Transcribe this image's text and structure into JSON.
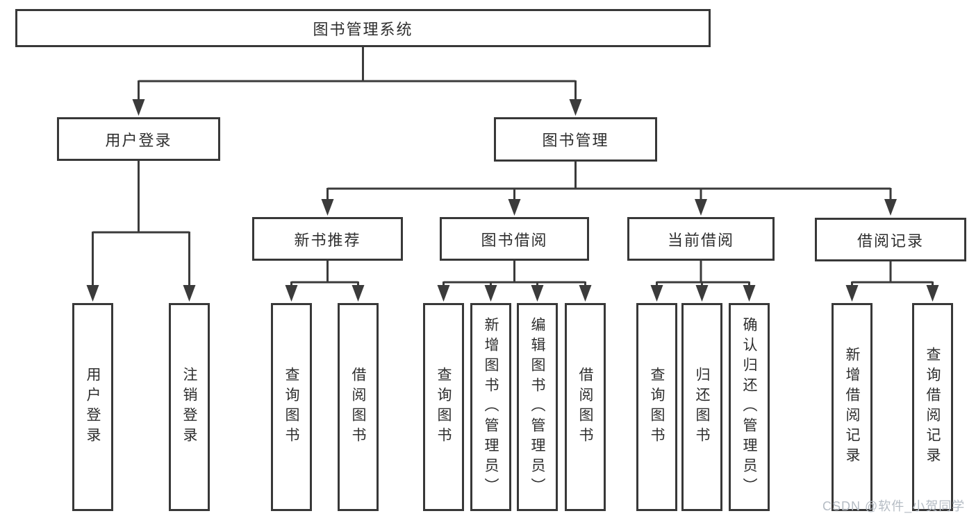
{
  "diagram": {
    "root": {
      "label": "图书管理系统"
    },
    "level1": [
      {
        "label": "用户登录"
      },
      {
        "label": "图书管理"
      }
    ],
    "level2": [
      {
        "label": "新书推荐"
      },
      {
        "label": "图书借阅"
      },
      {
        "label": "当前借阅"
      },
      {
        "label": "借阅记录"
      }
    ],
    "leaves": [
      {
        "label": "用户登录"
      },
      {
        "label": "注销登录"
      },
      {
        "label": "查询图书"
      },
      {
        "label": "借阅图书"
      },
      {
        "label": "查询图书"
      },
      {
        "label": "新增图书（管理员）"
      },
      {
        "label": "编辑图书（管理员）"
      },
      {
        "label": "借阅图书"
      },
      {
        "label": "查询图书"
      },
      {
        "label": "归还图书"
      },
      {
        "label": "确认归还（管理员）"
      },
      {
        "label": "新增借阅记录"
      },
      {
        "label": "查询借阅记录"
      }
    ]
  },
  "watermark": {
    "text": "CSDN @软件_小贺同学"
  },
  "colors": {
    "line": "#3b3b3b",
    "box_border": "#383838",
    "text": "#2e2e2e",
    "watermark": "#b5bcc4",
    "background": "#ffffff"
  }
}
